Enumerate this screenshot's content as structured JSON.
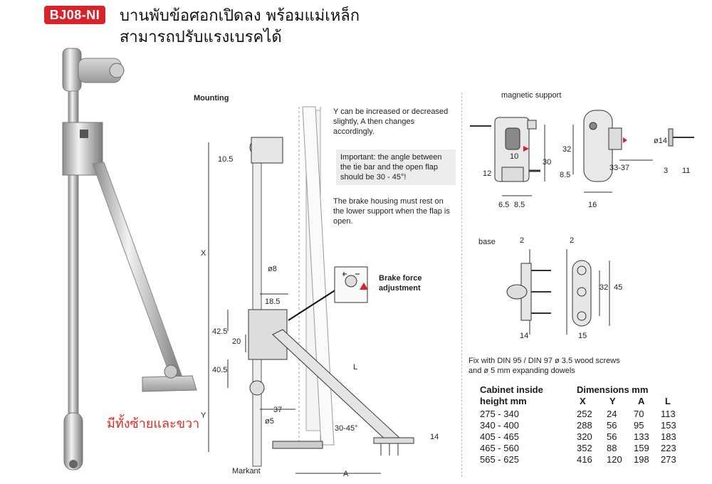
{
  "header": {
    "badge": "BJ08-NI",
    "title_line1": "บานพับข้อศอกเปิดลง พร้อมแม่เหล็ก",
    "title_line2": "สามารถปรับแรงเบรคได้"
  },
  "photo_caption": "มีทั้งซ้ายและขวา",
  "mounting": {
    "heading": "Mounting",
    "note_y": "Y can be increased or decreased slightly, A then changes accordingly.",
    "note_important": "Important: the angle between the tie bar and the open flap should be 30 - 45°!",
    "note_brake": "The brake housing must rest on the lower support when the flap is open.",
    "brake_label": "Brake force adjustment",
    "markant": "Markant",
    "dims": {
      "d105": "10.5",
      "X": "X",
      "d8": "ø8",
      "d185": "18.5",
      "d425": "42.5",
      "d20": "20",
      "d405": "40.5",
      "Y": "Y",
      "d37": "37",
      "d5": "ø5",
      "L": "L",
      "angle": "30-45°",
      "d14": "14",
      "A": "A"
    }
  },
  "magnetic": {
    "heading": "magnetic support",
    "dims": {
      "d10": "10",
      "d30": "30",
      "d12": "12",
      "d65": "6.5",
      "d85a": "8.5",
      "d32": "32",
      "d85b": "8.5",
      "d3337": "33-37",
      "d16": "16",
      "d14": "ø14",
      "d3": "3",
      "d11": "11"
    }
  },
  "base": {
    "heading": "base",
    "dims": {
      "d2a": "2",
      "d14": "14",
      "d2b": "2",
      "d32": "32",
      "d45": "45",
      "d15": "15"
    },
    "fix_note_1": "Fix with DIN 95 / DIN 97 ø 3.5 wood screws",
    "fix_note_2": "and ø 5 mm expanding dowels"
  },
  "dimensions_table": {
    "head_left_1": "Cabinet inside",
    "head_left_2": "height mm",
    "head_right": "Dimensions mm",
    "cols": [
      "X",
      "Y",
      "A",
      "L"
    ],
    "rows": [
      {
        "range": "275 - 340",
        "X": "252",
        "Y": "24",
        "A": "70",
        "L": "113"
      },
      {
        "range": "340 - 400",
        "X": "288",
        "Y": "56",
        "A": "95",
        "L": "153"
      },
      {
        "range": "405 - 465",
        "X": "320",
        "Y": "56",
        "A": "133",
        "L": "183"
      },
      {
        "range": "465 - 560",
        "X": "352",
        "Y": "88",
        "A": "159",
        "L": "223"
      },
      {
        "range": "565 - 625",
        "X": "416",
        "Y": "120",
        "A": "198",
        "L": "273"
      }
    ]
  },
  "colors": {
    "badge": "#d9232a",
    "red_text": "#e0291c",
    "note_bg": "#ececec"
  }
}
